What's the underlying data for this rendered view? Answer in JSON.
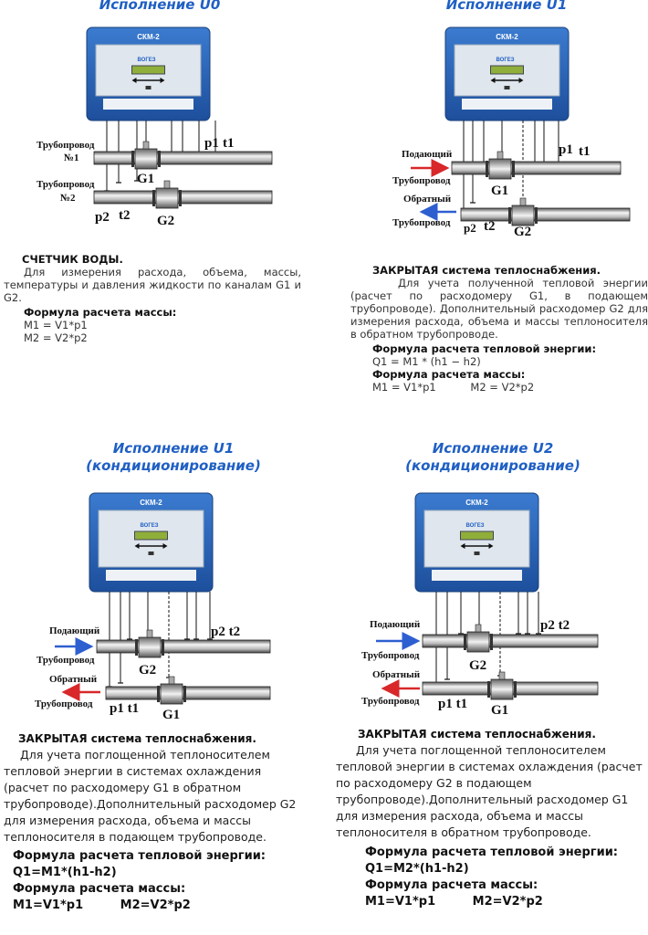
{
  "q1": {
    "title": "Исполнение U0",
    "labels": {
      "pipe1a": "Трубопровод",
      "pipe1b": "№1",
      "pipe2a": "Трубопровод",
      "pipe2b": "№2",
      "p1": "p1",
      "t1": "t1",
      "g1": "G1",
      "p2": "p2",
      "t2": "t2",
      "g2": "G2"
    },
    "heading": "СЧЕТЧИК ВОДЫ.",
    "body": "Для измерения расхода, объема, массы, температуры и давления жидкости по каналам G1 и G2.",
    "formula_title": "Формула расчета массы:",
    "f1": "M1 = V1*p1",
    "f2": "M2 = V2*p2"
  },
  "q2": {
    "title": "Исполнение U1",
    "labels": {
      "supply": "Подающий",
      "pipeA": "Трубопровод",
      "return": "Обратный",
      "pipeB": "Трубопровод",
      "p1": "p1",
      "t1": "t1",
      "g1": "G1",
      "p2": "p2",
      "t2": "t2",
      "g2": "G2"
    },
    "heading": "ЗАКРЫТАЯ система теплоснабжения.",
    "body": "Для учета полученной тепловой энергии (расчет по расходомеру G1, в подающем трубопроводе). Дополнительный расходомер G2 для измерения расхода, объема и массы теплоносителя в обратном трубопроводе.",
    "formula_title": "Формула расчета тепловой энергии:",
    "f1": "Q1 = M1 * (h1 − h2)",
    "formula_title2": "Формула расчета массы:",
    "f2": "M1 = V1*p1",
    "f3": "M2 = V2*p2"
  },
  "q3": {
    "title": "Исполнение U1",
    "subtitle": "(кондиционирование)",
    "labels": {
      "supply": "Подающий",
      "pipeA": "Трубопровод",
      "return": "Обратный",
      "pipeB": "Трубопровод",
      "p2t2": "p2 t2",
      "p1t1": "p1 t1",
      "g1": "G1",
      "g2": "G2"
    },
    "heading": "ЗАКРЫТАЯ система теплоснабжения.",
    "body": "Для учета поглощенной теплоносителем тепловой энергии в системах охлаждения (расчет по расходомеру G1 в обратном трубопроводе).Дополнительный расходомер G2 для измерения расхода, объема и массы теплоносителя в подающем трубопроводе.",
    "formula_title": "Формула расчета тепловой энергии:",
    "f1": "Q1=M1*(h1-h2)",
    "formula_title2": "Формула расчета массы:",
    "f2": "M1=V1*p1",
    "f3": "M2=V2*p2"
  },
  "q4": {
    "title": "Исполнение U2",
    "subtitle": "(кондиционирование)",
    "labels": {
      "supply": "Подающий",
      "pipeA": "Трубопровод",
      "return": "Обратный",
      "pipeB": "Трубопровод",
      "p2t2": "p2 t2",
      "p1t1": "p1 t1",
      "g1": "G1",
      "g2": "G2"
    },
    "heading": "ЗАКРЫТАЯ система теплоснабжения.",
    "body": "Для учета поглощенной теплоносителем тепловой энергии в системах охлаждения (расчет по расходомеру G2 в подающем трубопроводе).Дополнительный расходомер G1 для измерения расхода, объема и массы теплоносителя в обратном трубопроводе.",
    "formula_title": "Формула расчета тепловой энергии:",
    "f1": "Q1=M2*(h1-h2)",
    "formula_title2": "Формула расчета массы:",
    "f2": "M1=V1*p1",
    "f3": "M2=V2*p2"
  },
  "device": {
    "model": "СКМ-2",
    "brand": "ВОГЕЗ"
  },
  "colors": {
    "title": "#1f5fc4",
    "device": "#2a64b8",
    "supply": "#d8282a",
    "return": "#2e5fd0"
  }
}
